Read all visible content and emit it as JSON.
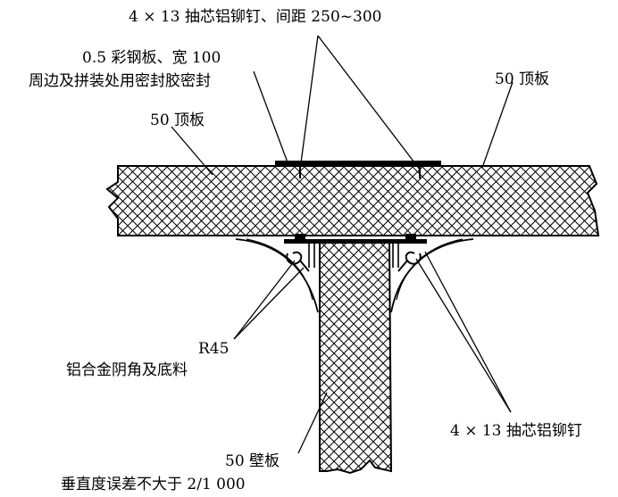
{
  "labels": {
    "rivet_top": "4 × 13 抽芯铝铆钉、间距 250~300",
    "steel_plate_line1": "0.5 彩钢板、宽 100",
    "steel_plate_line2": "周边及拼装处用密封胶密封",
    "roof_left": "50 顶板",
    "roof_right": "50 顶板",
    "r45": "R45",
    "corner_profile": "铝合金阴角及底料",
    "rivet_bottom": "4 × 13 抽芯铝铆钉",
    "wall_panel": "50 壁板",
    "verticality": "垂直度误差不大于 2/1 000"
  },
  "colors": {
    "line": "#000000",
    "background": "#ffffff"
  }
}
